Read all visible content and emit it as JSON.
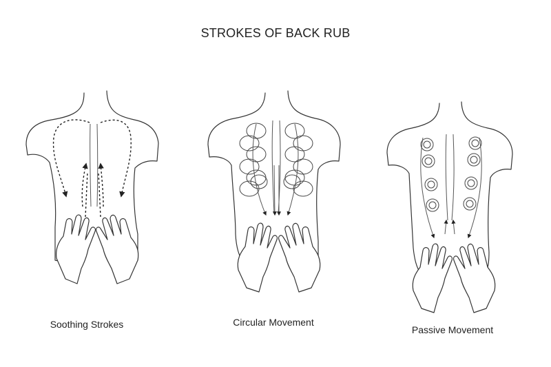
{
  "title": "STROKES OF BACK RUB",
  "panels": [
    {
      "label": "Soothing Strokes"
    },
    {
      "label": "Circular Movement"
    },
    {
      "label": "Passive Movement"
    }
  ]
}
